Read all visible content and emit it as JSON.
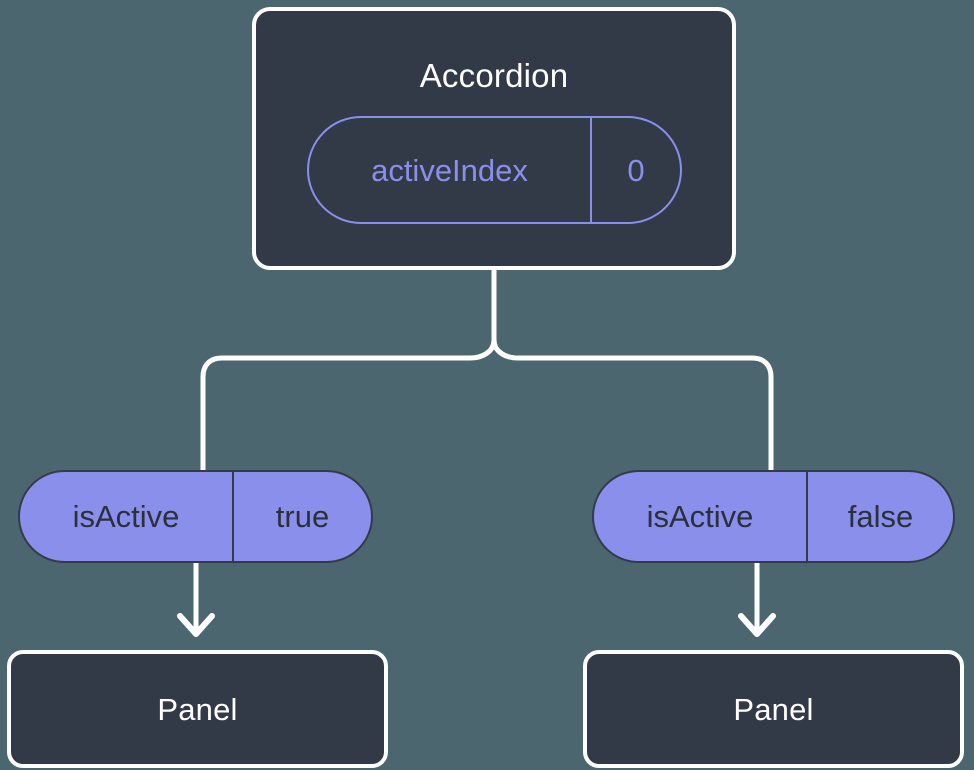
{
  "diagram": {
    "type": "component-state-tree",
    "background_color": "#4c666f",
    "node_fill_color": "#333a47",
    "node_border_color": "#ffffff",
    "accent_color": "#8a8fec",
    "badge_text_color": "#2b303b",
    "connector_color": "#ffffff"
  },
  "root": {
    "title": "Accordion",
    "state_badge": {
      "key": "activeIndex",
      "value": "0",
      "style": "outlined"
    }
  },
  "branches": [
    {
      "id": "left",
      "prop_badge": {
        "key": "isActive",
        "value": "true",
        "style": "filled"
      },
      "child": {
        "title": "Panel"
      }
    },
    {
      "id": "right",
      "prop_badge": {
        "key": "isActive",
        "value": "false",
        "style": "filled"
      },
      "child": {
        "title": "Panel"
      }
    }
  ]
}
